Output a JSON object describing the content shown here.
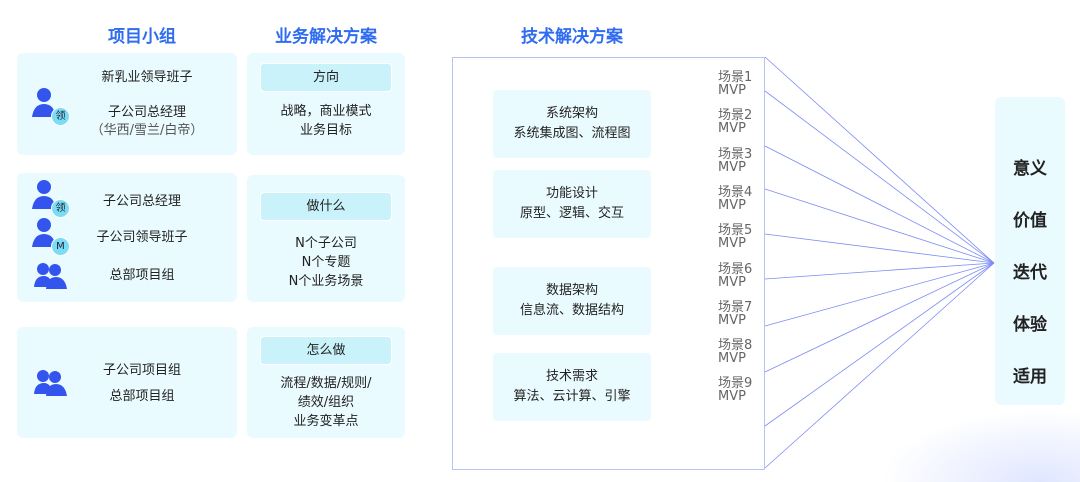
{
  "headers": {
    "team": "项目小组",
    "business": "业务解决方案",
    "tech": "技术解决方案"
  },
  "team": [
    {
      "lines": [
        "新乳业领导班子",
        "子公司总经理",
        "（华西/雪兰/白帝）"
      ],
      "badge": "领"
    },
    {
      "lines": [
        "子公司总经理",
        "子公司领导班子",
        "总部项目组"
      ],
      "badges": [
        "领",
        "M"
      ]
    },
    {
      "lines": [
        "子公司项目组",
        "总部项目组"
      ]
    }
  ],
  "business": [
    {
      "title": "方向",
      "lines": [
        "战略，商业模式",
        "业务目标"
      ]
    },
    {
      "title": "做什么",
      "lines": [
        "N个子公司",
        "N个专题",
        "N个业务场景"
      ]
    },
    {
      "title": "怎么做",
      "lines": [
        "流程/数据/规则/",
        "绩效/组织",
        "业务变革点"
      ]
    }
  ],
  "tech": [
    {
      "title": "系统架构",
      "sub": "系统集成图、流程图"
    },
    {
      "title": "功能设计",
      "sub": "原型、逻辑、交互"
    },
    {
      "title": "数据架构",
      "sub": "信息流、数据结构"
    },
    {
      "title": "技术需求",
      "sub": "算法、云计算、引擎"
    }
  ],
  "scenes": [
    "场景1",
    "场景2",
    "场景3",
    "场景4",
    "场景5",
    "场景6",
    "场景7",
    "场景8",
    "场景9"
  ],
  "mvp": "MVP",
  "values": [
    "意义",
    "价值",
    "迭代",
    "体验",
    "适用"
  ],
  "colors": {
    "accent": "#2f6cf0",
    "card": "#eafbff",
    "line": "#7c8cf5"
  }
}
